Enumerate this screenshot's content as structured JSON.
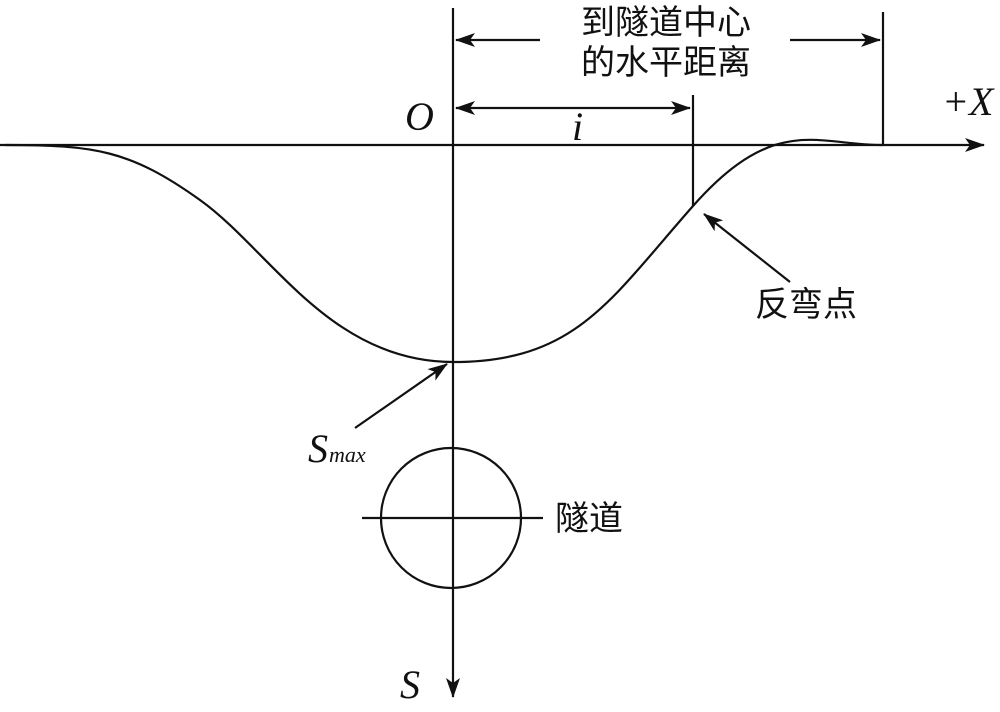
{
  "labels": {
    "distance_line1": "到隧道中心",
    "distance_line2": "的水平距离",
    "origin": "O",
    "x_axis": "+X",
    "width_param": "i",
    "inflection_point": "反弯点",
    "s_max_main": "S",
    "s_max_sub": "max",
    "tunnel": "隧道",
    "s_axis": "S"
  }
}
